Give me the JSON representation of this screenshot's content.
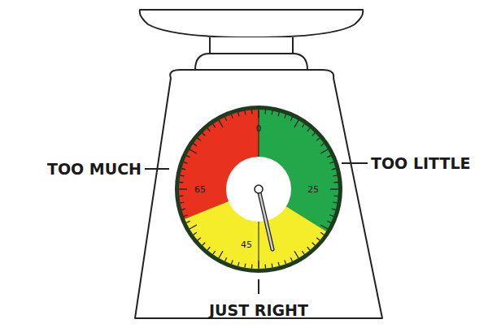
{
  "diagram": {
    "labels": [
      "TOO MUCH",
      "TOO LITTLE",
      "JUST RIGHT",
      "0",
      "25",
      "45",
      "65"
    ]
  }
}
